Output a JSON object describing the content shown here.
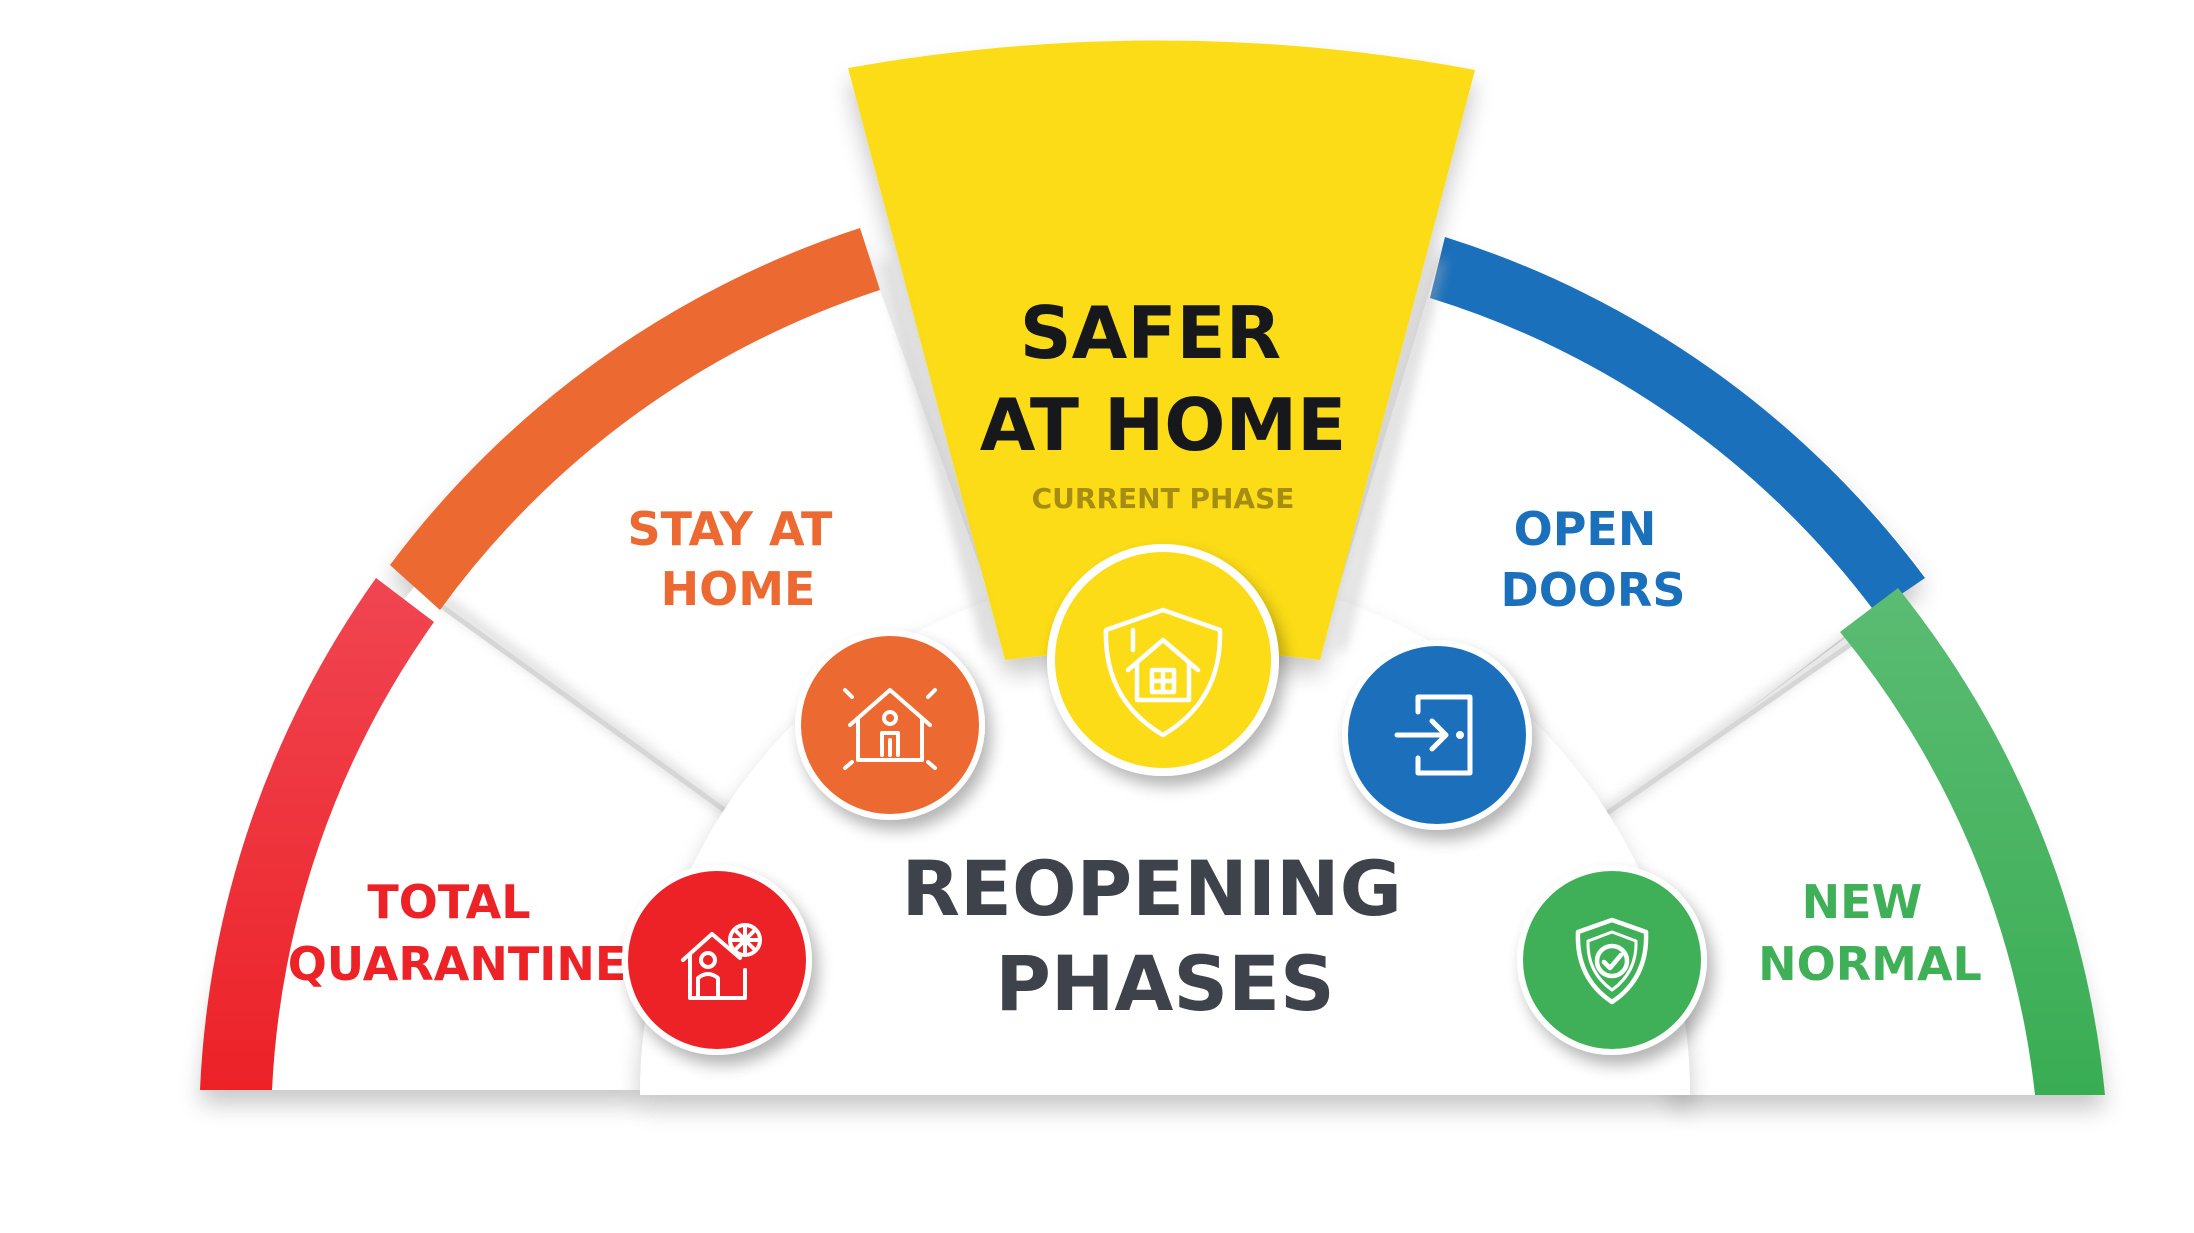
{
  "title": {
    "line1": "REOPENING",
    "line2": "PHASES",
    "color": "#3d424b"
  },
  "phases": [
    {
      "id": "total-quarantine",
      "lines": [
        "TOTAL",
        "QUARANTINE"
      ],
      "color": "#ec2227",
      "gradient_start": "#f04552",
      "icon": "home-virus-icon",
      "current": false
    },
    {
      "id": "stay-at-home",
      "lines": [
        "STAY AT",
        "HOME"
      ],
      "color": "#ec6a31",
      "icon": "home-person-icon",
      "current": false
    },
    {
      "id": "safer-at-home",
      "lines": [
        "SAFER",
        "AT HOME"
      ],
      "color": "#fbdc15",
      "text_color": "#16181b",
      "sublabel": "CURRENT PHASE",
      "sublabel_color": "#a58c12",
      "icon": "shield-home-icon",
      "current": true
    },
    {
      "id": "open-doors",
      "lines": [
        "OPEN",
        "DOORS"
      ],
      "color": "#1b70bb",
      "icon": "door-enter-icon",
      "current": false
    },
    {
      "id": "new-normal",
      "lines": [
        "NEW",
        "NORMAL"
      ],
      "color": "#3fb058",
      "gradient_start": "#5bbc73",
      "icon": "shield-check-icon",
      "current": false
    }
  ]
}
